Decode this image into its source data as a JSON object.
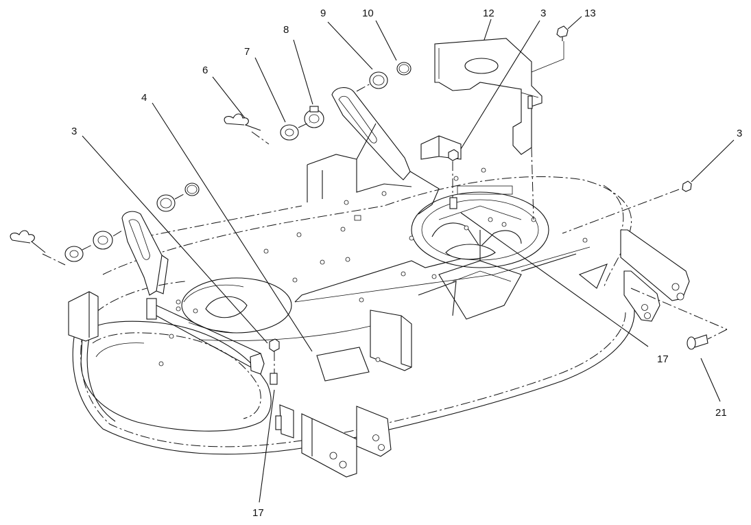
{
  "labels": [
    {
      "id": "label-3-left",
      "text": "3"
    },
    {
      "id": "label-4",
      "text": "4"
    },
    {
      "id": "label-6",
      "text": "6"
    },
    {
      "id": "label-7",
      "text": "7"
    },
    {
      "id": "label-8",
      "text": "8"
    },
    {
      "id": "label-9",
      "text": "9"
    },
    {
      "id": "label-10",
      "text": "10"
    },
    {
      "id": "label-12",
      "text": "12"
    },
    {
      "id": "label-3-top",
      "text": "3"
    },
    {
      "id": "label-13",
      "text": "13"
    },
    {
      "id": "label-3-right",
      "text": "3"
    },
    {
      "id": "label-17-right",
      "text": "17"
    },
    {
      "id": "label-21",
      "text": "21"
    },
    {
      "id": "label-17-bottom",
      "text": "17"
    }
  ]
}
